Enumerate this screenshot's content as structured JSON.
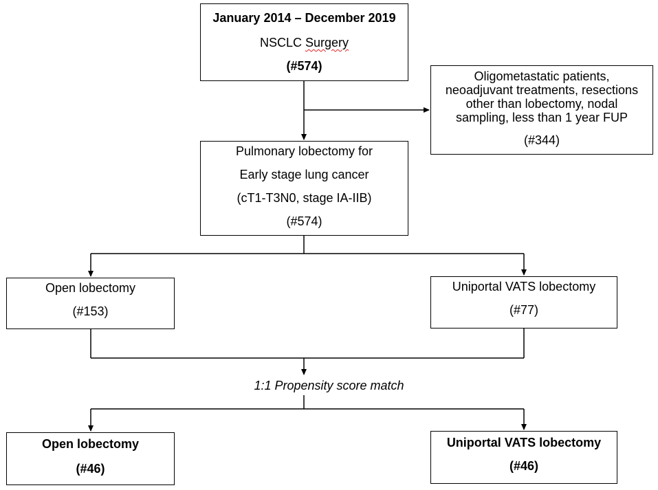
{
  "start": {
    "title": "January 2014 – December 2019",
    "subtitle_plain": "NSCLC",
    "subtitle_marked": "Surgery",
    "count": "(#574)"
  },
  "excluded": {
    "lines": [
      "Oligometastatic patients,",
      "neoadjuvant treatments, resections",
      "other than lobectomy, nodal",
      "sampling, less than 1 year FUP"
    ],
    "count": "(#344)"
  },
  "cohort": {
    "lines": [
      "Pulmonary lobectomy for",
      "Early stage lung cancer",
      "(cT1-T3N0, stage IA-IIB)"
    ],
    "count": "(#574)"
  },
  "open": {
    "label": "Open lobectomy",
    "count": "(#153)"
  },
  "vats": {
    "label": "Uniportal VATS lobectomy",
    "count": "(#77)"
  },
  "match": {
    "label": "1:1 Propensity score match"
  },
  "open_matched": {
    "label": "Open lobectomy",
    "count": "(#46)"
  },
  "vats_matched": {
    "label": "Uniportal VATS lobectomy",
    "count": "(#46)"
  }
}
